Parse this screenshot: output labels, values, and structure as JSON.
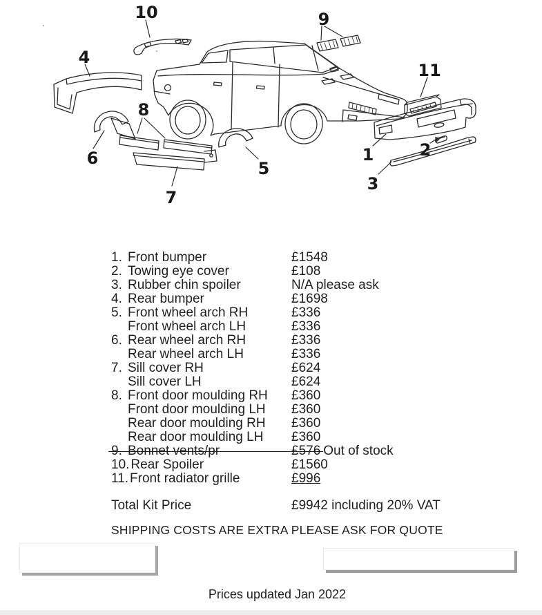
{
  "diagram": {
    "description": "Exploded line-drawing of a four-door saloon car body styling kit with numbered parts",
    "line_color": "#2b2b2b",
    "labels": [
      {
        "text": "1"
      },
      {
        "text": "2"
      },
      {
        "text": "3"
      },
      {
        "text": "4"
      },
      {
        "text": "5"
      },
      {
        "text": "6"
      },
      {
        "text": "7"
      },
      {
        "text": "8"
      },
      {
        "text": "9"
      },
      {
        "text": "10"
      },
      {
        "text": "11"
      }
    ]
  },
  "parts_list": {
    "rows": [
      {
        "num": "1.",
        "name": "Front bumper",
        "price": "£1548"
      },
      {
        "num": "2.",
        "name": "Towing eye cover",
        "price": "£108"
      },
      {
        "num": "3.",
        "name": "Rubber chin spoiler",
        "price": "N/A please ask"
      },
      {
        "num": "4.",
        "name": "Rear bumper",
        "price": "£1698"
      },
      {
        "num": "5.",
        "name": "Front wheel arch RH",
        "price": "£336"
      },
      {
        "num": "",
        "name": "Front wheel arch LH",
        "price": "£336"
      },
      {
        "num": "6.",
        "name": "Rear wheel arch RH",
        "price": "£336"
      },
      {
        "num": "",
        "name": "Rear wheel arch LH",
        "price": "£336"
      },
      {
        "num": "7.",
        "name": "Sill cover RH",
        "price": "£624"
      },
      {
        "num": "",
        "name": "Sill cover LH",
        "price": "£624"
      },
      {
        "num": "8.",
        "name": "Front door moulding RH",
        "price": "£360"
      },
      {
        "num": "",
        "name": "Front door moulding LH",
        "price": "£360"
      },
      {
        "num": "",
        "name": "Rear door moulding RH",
        "price": "£360"
      },
      {
        "num": "",
        "name": "Rear door moulding LH",
        "price": "£360"
      },
      {
        "num": "9.",
        "name": "Bonnet vents/pr",
        "price": "£576",
        "struck": true,
        "note": "Out of stock"
      },
      {
        "num": "10.",
        "name": "Rear Spoiler",
        "price": "£1560"
      },
      {
        "num": "11.",
        "name": "Front radiator grille",
        "price": "£996",
        "underline_price": true
      }
    ],
    "total_label": "Total Kit Price",
    "total_value": "£9942 including 20% VAT",
    "shipping_note": "SHIPPING COSTS ARE EXTRA PLEASE ASK FOR QUOTE"
  },
  "footer": {
    "updated_note": "Prices updated Jan 2022"
  }
}
